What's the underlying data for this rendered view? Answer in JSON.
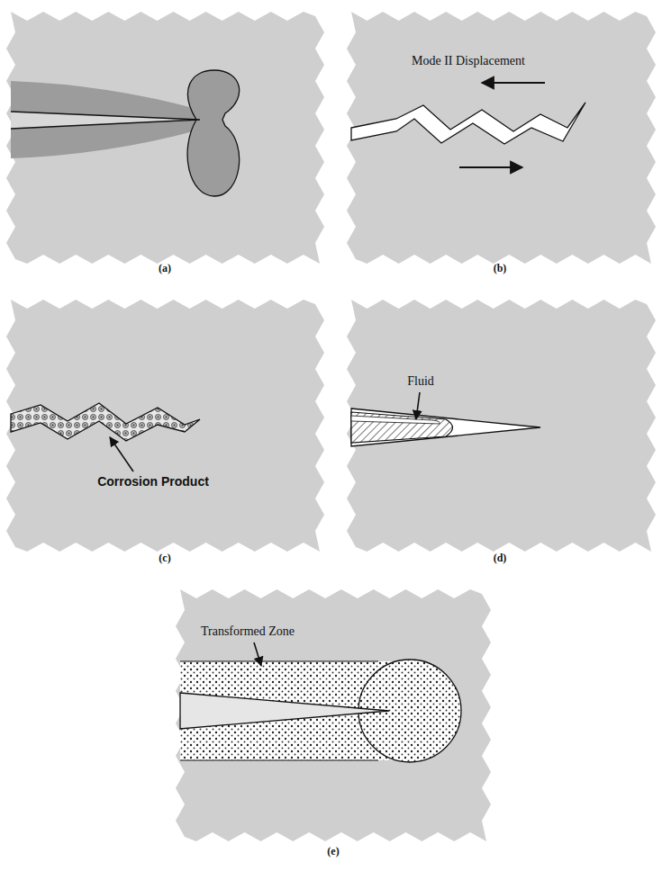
{
  "diagram": {
    "labels": [
      "(a)",
      "Mode II Displacement",
      "(b)",
      "Corrosion Product",
      "(c)",
      "Fluid",
      "(d)",
      "Transformed Zone",
      "(e)"
    ]
  }
}
